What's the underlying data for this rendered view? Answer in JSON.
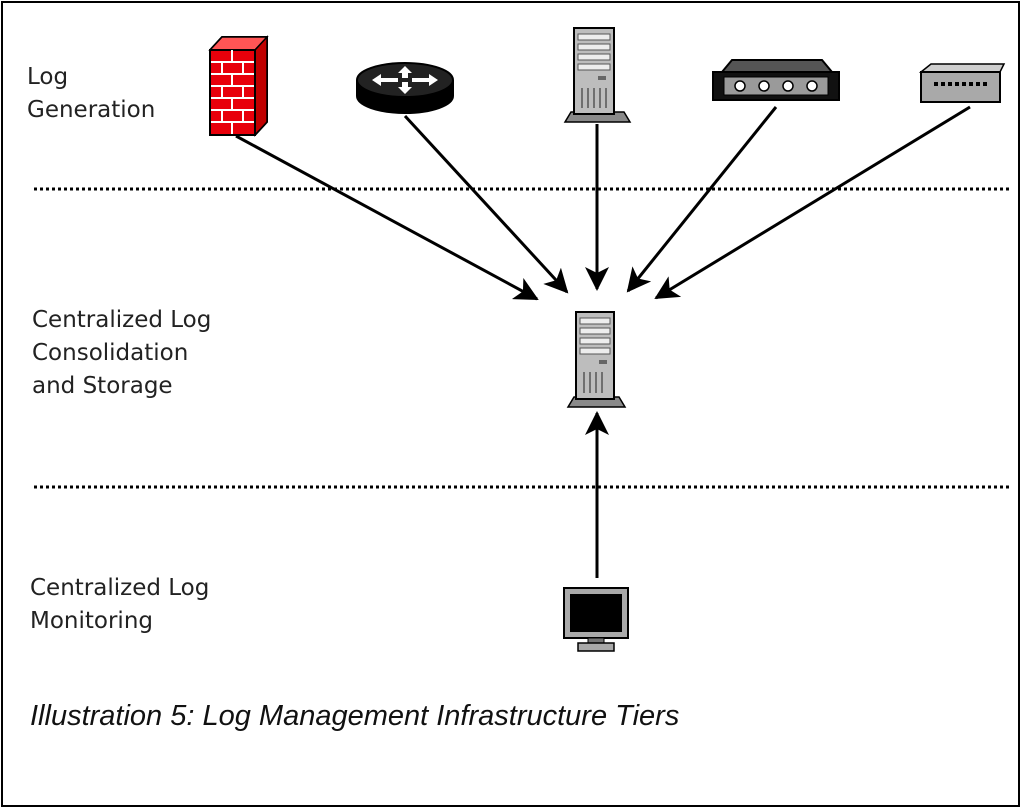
{
  "tiers": [
    {
      "label": "Log\nGeneration"
    },
    {
      "label": "Centralized Log\nConsolidation\nand Storage"
    },
    {
      "label": "Centralized Log\nMonitoring"
    }
  ],
  "devices": {
    "generation": [
      "firewall-icon",
      "router-icon",
      "server-tower-icon",
      "hub-icon",
      "network-switch-icon"
    ],
    "storage": "log-server-icon",
    "monitoring": "monitor-icon"
  },
  "caption": "Illustration 5: Log Management Infrastructure Tiers",
  "colors": {
    "firewall": "#e8000b",
    "device_gray": "#a9a9a9",
    "line": "#000000"
  }
}
